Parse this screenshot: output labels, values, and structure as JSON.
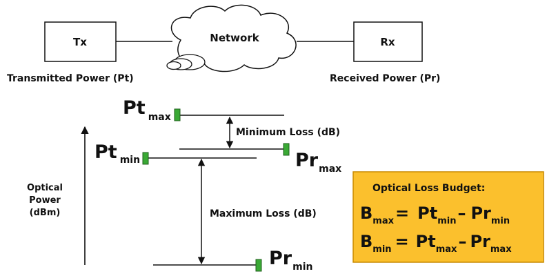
{
  "colors": {
    "line": "#111111",
    "marker_fill": "#3aa935",
    "marker_stroke": "#1f5f1c",
    "budget_fill": "#fbc02d",
    "budget_stroke": "#c98a00"
  },
  "top": {
    "tx_label": "Tx",
    "rx_label": "Rx",
    "network_label": "Network",
    "transmitted_caption": "Transmitted Power (Pt)",
    "received_caption": "Received Power (Pr)"
  },
  "axis": {
    "line1": "Optical",
    "line2": "Power",
    "line3": "(dBm)"
  },
  "levels": {
    "pt_max": {
      "main": "Pt",
      "sub": "max"
    },
    "pt_min": {
      "main": "Pt",
      "sub": "min"
    },
    "pr_max": {
      "main": "Pr",
      "sub": "max"
    },
    "pr_min": {
      "main": "Pr",
      "sub": "min"
    }
  },
  "losses": {
    "minimum": "Minimum Loss (dB)",
    "maximum": "Maximum Loss (dB)"
  },
  "budget": {
    "title": "Optical Loss Budget:",
    "eq1": {
      "lhs": "B",
      "lhs_sub": "max",
      "eq": "=",
      "t1": "Pt",
      "t1_sub": "min",
      "op": "–",
      "t2": "Pr",
      "t2_sub": "min"
    },
    "eq2": {
      "lhs": "B",
      "lhs_sub": "min",
      "eq": "=",
      "t1": "Pt",
      "t1_sub": "max",
      "op": "–",
      "t2": "Pr",
      "t2_sub": "max"
    }
  }
}
